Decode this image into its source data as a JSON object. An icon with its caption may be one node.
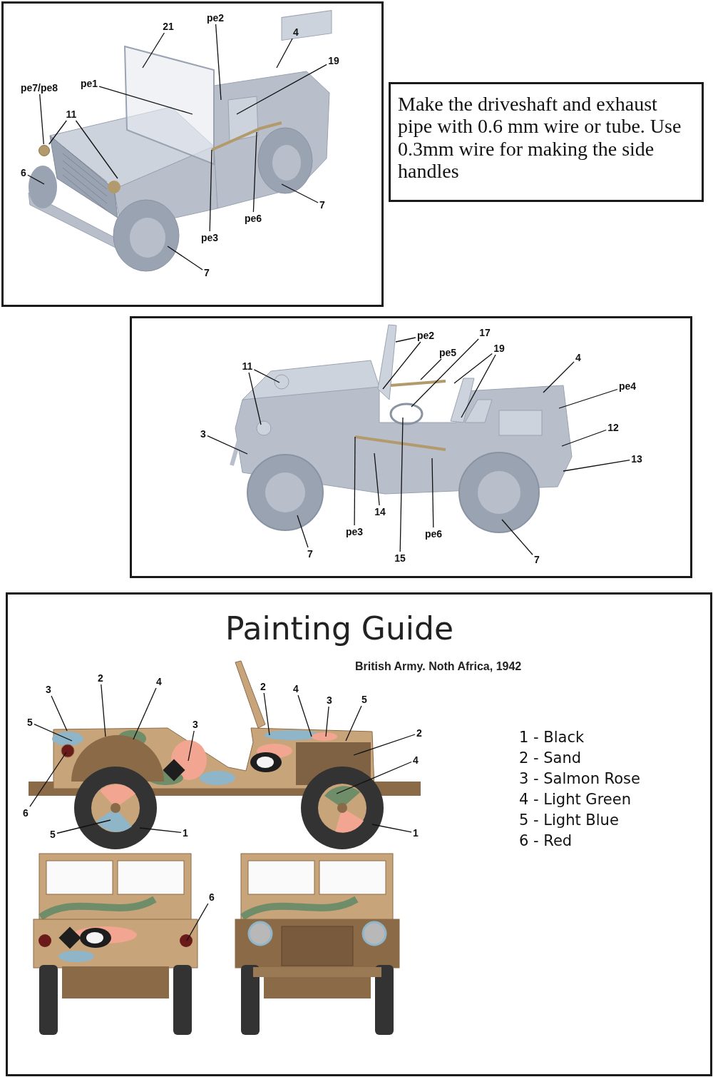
{
  "diagram": {
    "nodes": [
      {
        "text": [],
        "shape": "box"
      },
      {
        "text": [
          "21"
        ],
        "in": 0
      },
      {
        "text": [
          "pe2"
        ],
        "in": 0
      },
      {
        "text": [
          "4"
        ],
        "in": 0
      },
      {
        "text": [
          "19"
        ],
        "in": 0
      },
      {
        "text": [
          "pe7/pe8"
        ],
        "in": 0
      },
      {
        "text": [
          "pe1"
        ],
        "in": 0
      },
      {
        "text": [
          "11"
        ],
        "in": 0
      },
      {
        "text": [
          "6"
        ],
        "in": 0
      },
      {
        "text": [
          "7"
        ],
        "in": 0
      },
      {
        "text": [
          "pe6"
        ],
        "in": 0
      },
      {
        "text": [
          "pe3"
        ],
        "in": 0
      },
      {
        "text": [
          "7"
        ],
        "in": 0
      },
      {
        "text": [
          "Make the driveshaft and exhaust pipe with 0.6 mm wire or tube. Use 0.3mm wire for making the side handles"
        ]
      },
      {
        "text": [],
        "shape": "box"
      },
      {
        "text": [
          "pe2"
        ],
        "in": 14
      },
      {
        "text": [
          "17"
        ],
        "in": 14
      },
      {
        "text": [
          "pe5"
        ],
        "in": 14
      },
      {
        "text": [
          "19"
        ],
        "in": 14
      },
      {
        "text": [
          "4"
        ],
        "in": 14
      },
      {
        "text": [
          "11"
        ],
        "in": 14
      },
      {
        "text": [
          "pe4"
        ],
        "in": 14
      },
      {
        "text": [
          "3"
        ],
        "in": 14
      },
      {
        "text": [
          "12"
        ],
        "in": 14
      },
      {
        "text": [
          "13"
        ],
        "in": 14
      },
      {
        "text": [
          "14"
        ],
        "in": 14
      },
      {
        "text": [
          "pe3"
        ],
        "in": 14
      },
      {
        "text": [
          "7"
        ],
        "in": 14
      },
      {
        "text": [
          "pe6"
        ],
        "in": 14
      },
      {
        "text": [
          "15"
        ],
        "in": 14
      },
      {
        "text": [
          "7"
        ],
        "in": 14
      },
      {
        "text": [
          "Painting Guide",
          "British Army. Noth Africa, 1942"
        ]
      },
      {
        "text": [
          "2"
        ],
        "in": 31
      },
      {
        "text": [
          "4"
        ],
        "in": 31
      },
      {
        "text": [
          "2"
        ],
        "in": 31
      },
      {
        "text": [
          "4"
        ],
        "in": 31
      },
      {
        "text": [
          "3"
        ],
        "in": 31
      },
      {
        "text": [
          "5"
        ],
        "in": 31
      },
      {
        "text": [
          "3"
        ],
        "in": 31
      },
      {
        "text": [
          "5"
        ],
        "in": 31
      },
      {
        "text": [
          "3"
        ],
        "in": 31
      },
      {
        "text": [
          "2"
        ],
        "in": 31
      },
      {
        "text": [
          "4"
        ],
        "in": 31
      },
      {
        "text": [
          "6"
        ],
        "in": 31
      },
      {
        "text": [
          "5"
        ],
        "in": 31
      },
      {
        "text": [
          "1"
        ],
        "in": 31
      },
      {
        "text": [
          "1"
        ],
        "in": 31
      },
      {
        "text": [
          "6"
        ],
        "in": 31
      },
      {
        "text": [],
        "shape": "circle",
        "in": 0
      }
    ],
    "edges": [
      {
        "from": 1,
        "to": null,
        "arrow": "none"
      },
      {
        "from": 2,
        "to": null,
        "arrow": "none"
      },
      {
        "from": 3,
        "to": null,
        "arrow": "none"
      },
      {
        "from": 4,
        "to": null,
        "arrow": "none"
      },
      {
        "from": 5,
        "to": 48,
        "arrow": "none"
      },
      {
        "from": 6,
        "to": null,
        "arrow": "none"
      },
      {
        "from": 7,
        "to": 48,
        "arrow": "none"
      },
      {
        "from": 7,
        "to": null,
        "arrow": "none"
      },
      {
        "from": 8,
        "to": null,
        "arrow": "none"
      },
      {
        "from": 9,
        "to": null,
        "arrow": "none"
      },
      {
        "from": 10,
        "to": null,
        "arrow": "none"
      },
      {
        "from": 11,
        "to": null,
        "arrow": "none"
      },
      {
        "from": 12,
        "to": null,
        "arrow": "none"
      },
      {
        "from": 15,
        "to": null,
        "arrow": "none"
      },
      {
        "from": 15,
        "to": null,
        "arrow": "none"
      },
      {
        "from": 16,
        "to": null,
        "arrow": "none"
      },
      {
        "from": 17,
        "to": null,
        "arrow": "none"
      },
      {
        "from": 18,
        "to": null,
        "arrow": "none"
      },
      {
        "from": 18,
        "to": null,
        "arrow": "none"
      },
      {
        "from": 19,
        "to": null,
        "arrow": "none"
      },
      {
        "from": 20,
        "to": null,
        "arrow": "none"
      },
      {
        "from": 20,
        "to": null,
        "arrow": "none"
      },
      {
        "from": 21,
        "to": null,
        "arrow": "none"
      },
      {
        "from": 22,
        "to": null,
        "arrow": "none"
      },
      {
        "from": 23,
        "to": null,
        "arrow": "none"
      },
      {
        "from": 24,
        "to": null,
        "arrow": "none"
      },
      {
        "from": 25,
        "to": null,
        "arrow": "none"
      },
      {
        "from": 26,
        "to": null,
        "arrow": "none"
      },
      {
        "from": 27,
        "to": null,
        "arrow": "none"
      },
      {
        "from": 28,
        "to": null,
        "arrow": "none"
      },
      {
        "from": 29,
        "to": null,
        "arrow": "none"
      },
      {
        "from": 30,
        "to": null,
        "arrow": "none"
      },
      {
        "from": 32,
        "to": null,
        "arrow": "none"
      },
      {
        "from": 33,
        "to": null,
        "arrow": "none"
      },
      {
        "from": 34,
        "to": null,
        "arrow": "none"
      },
      {
        "from": 35,
        "to": null,
        "arrow": "none"
      },
      {
        "from": 36,
        "to": null,
        "arrow": "none"
      },
      {
        "from": 37,
        "to": null,
        "arrow": "none"
      },
      {
        "from": 38,
        "to": null,
        "arrow": "none"
      },
      {
        "from": 39,
        "to": null,
        "arrow": "none"
      },
      {
        "from": 40,
        "to": null,
        "arrow": "none"
      },
      {
        "from": 41,
        "to": null,
        "arrow": "none"
      },
      {
        "from": 42,
        "to": null,
        "arrow": "none"
      },
      {
        "from": 43,
        "to": null,
        "arrow": "none"
      },
      {
        "from": 44,
        "to": null,
        "arrow": "none"
      },
      {
        "from": 45,
        "to": null,
        "arrow": "none"
      },
      {
        "from": 46,
        "to": null,
        "arrow": "none"
      },
      {
        "from": 47,
        "to": null,
        "arrow": "none"
      }
    ],
    "labels": [
      "1 - Black",
      "2 - Sand",
      "3 - Salmon Rose",
      "4 - Light Green",
      "5 - Light Blue",
      "6 - Red"
    ]
  }
}
